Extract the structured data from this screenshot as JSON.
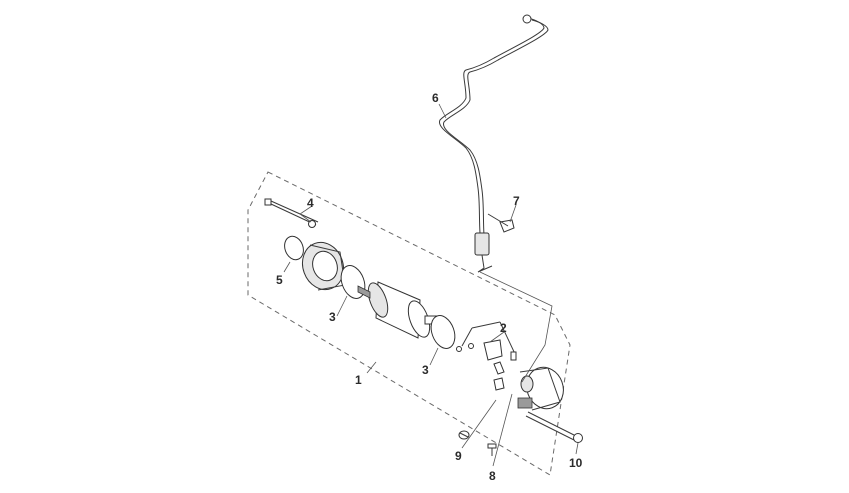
{
  "callouts": [
    {
      "id": "1",
      "label": "1"
    },
    {
      "id": "2",
      "label": "2"
    },
    {
      "id": "3a",
      "label": "3"
    },
    {
      "id": "3b",
      "label": "3"
    },
    {
      "id": "4",
      "label": "4"
    },
    {
      "id": "5",
      "label": "5"
    },
    {
      "id": "6",
      "label": "6"
    },
    {
      "id": "7",
      "label": "7"
    },
    {
      "id": "8",
      "label": "8"
    },
    {
      "id": "9",
      "label": "9"
    },
    {
      "id": "10",
      "label": "10"
    }
  ],
  "colors": {
    "line": "#333333",
    "label": "#2b2b2b",
    "background": "#ffffff"
  }
}
